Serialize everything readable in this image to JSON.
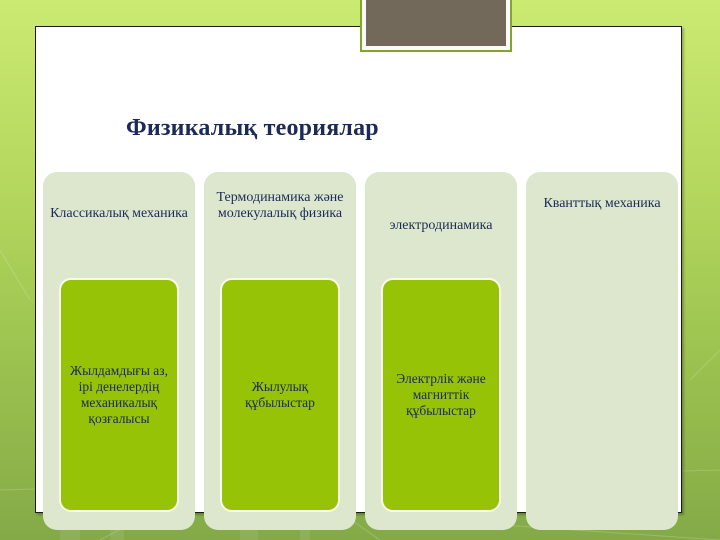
{
  "slide": {
    "title": "Физикалық теориялар",
    "colors": {
      "background_green": "#b4d75e",
      "frame": "#ffffff",
      "column_bg": "#dde7cd",
      "inner_box": "#96c306",
      "text": "#1b2a57",
      "photo_placeholder": "#72695a"
    },
    "columns": [
      {
        "heading": "Классикалық механика",
        "detail": "Жылдамдығы аз, ірі денелердің механикалық қозғалысы"
      },
      {
        "heading": "Термодинамика және молекулалық физика",
        "detail": "Жылулық құбылыстар"
      },
      {
        "heading": "электродинамика",
        "detail": "Электрлік және магниттік құбылыстар"
      },
      {
        "heading": "Кванттық механика",
        "detail": ""
      }
    ]
  }
}
